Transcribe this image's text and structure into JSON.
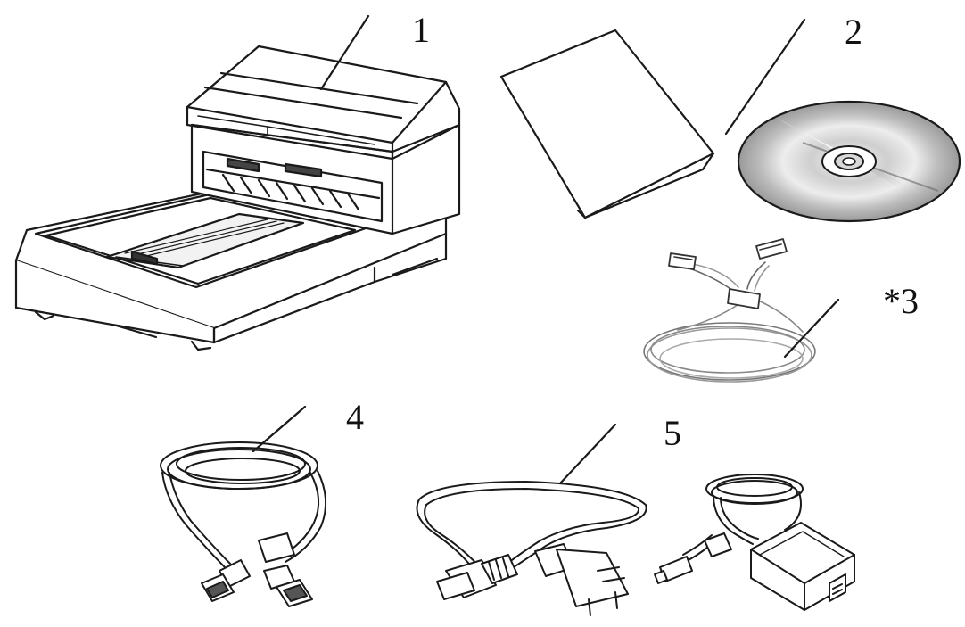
{
  "callouts": {
    "scanner": "1",
    "guide_and_cd": "2",
    "network_cable": "*3",
    "usb_cable": "4",
    "power": "5"
  },
  "colors": {
    "line": "#1a1a1a",
    "text": "#111111",
    "background": "#ffffff"
  }
}
